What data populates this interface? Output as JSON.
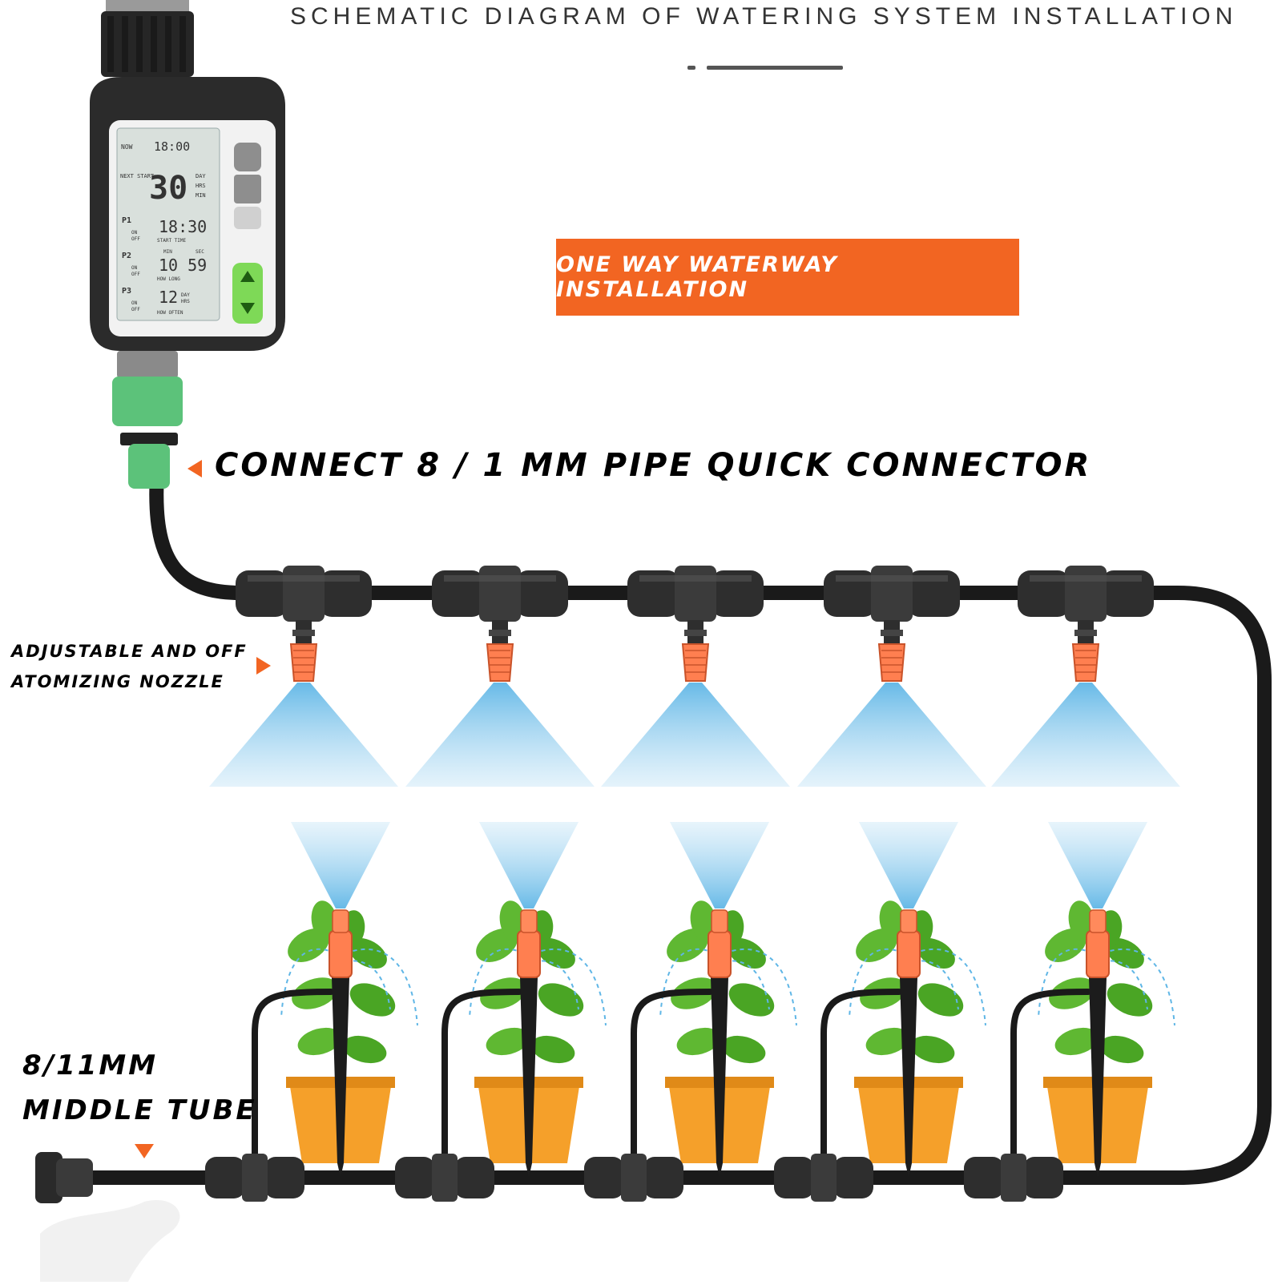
{
  "title": "SCHEMATIC DIAGRAM OF WATERING SYSTEM INSTALLATION",
  "banner": "ONE WAY WATERWAY INSTALLATION",
  "labels": {
    "connector": "CONNECT 8 / 1 MM PIPE QUICK CONNECTOR",
    "nozzle_line1": "ADJUSTABLE AND OFF",
    "nozzle_line2": "ATOMIZING NOZZLE",
    "tube_line1": "8/11MM",
    "tube_line2": "MIDDLE TUBE"
  },
  "timer_lcd": {
    "now_label": "NOW",
    "now_time": "18:00",
    "next_start_label": "NEXT START",
    "big_value": "30",
    "units": [
      "DAY",
      "HRS",
      "MIN"
    ],
    "programs": [
      "P1",
      "P2",
      "P3"
    ],
    "start_time": "18:30",
    "start_time_label": "START TIME",
    "how_long_units": [
      "MIN",
      "SEC"
    ],
    "how_long": "10 59",
    "how_long_label": "HOW LONG",
    "how_often": "12",
    "how_often_units": [
      "DAY",
      "HRS"
    ],
    "how_often_label": "HOW OFTEN",
    "on_label": "ON",
    "off_label": "OFF"
  },
  "colors": {
    "accent_orange": "#f26522",
    "pipe_black": "#1a1a1a",
    "connector_green": "#5cc27a",
    "spray_blue": "#9fd3ef",
    "pot_orange": "#f5a02a",
    "leaf_green": "#5fb832"
  },
  "icons": [
    "timer-device",
    "quick-connector",
    "tee-connector",
    "mist-nozzle",
    "stake-dripper",
    "plant-pot",
    "end-plug"
  ]
}
